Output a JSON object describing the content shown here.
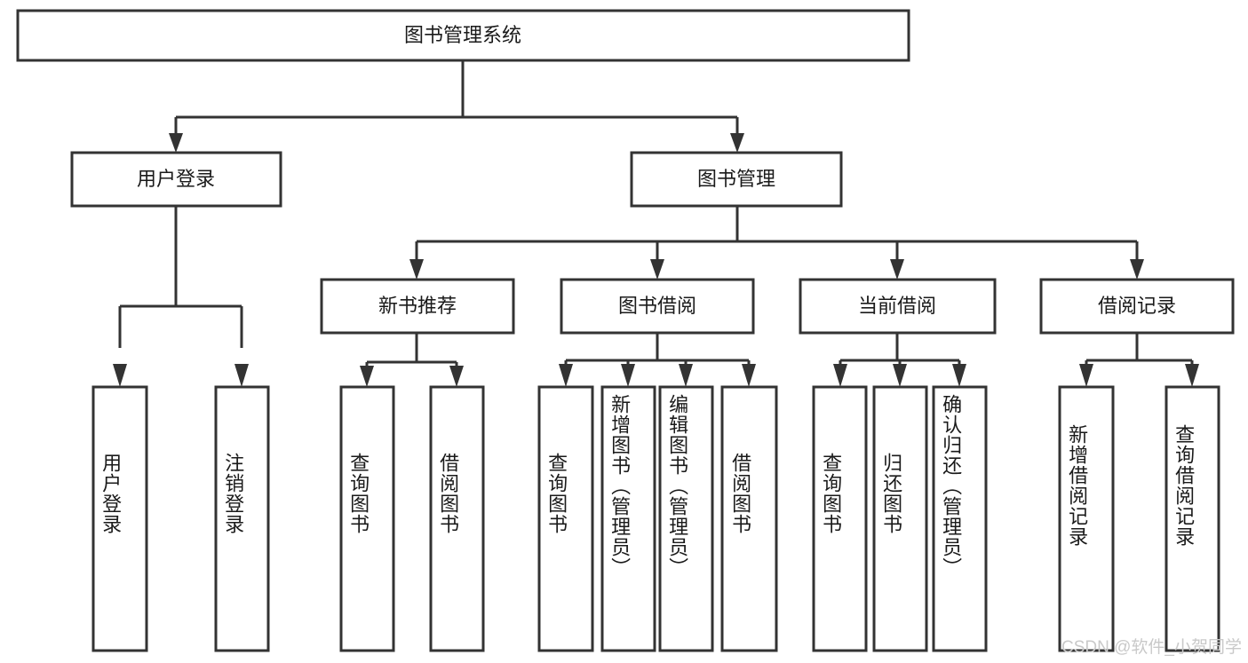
{
  "diagram": {
    "type": "tree",
    "title": "图书管理系统",
    "watermark": "CSDN @软件_小贺同学",
    "colors": {
      "box_stroke": "#333333",
      "box_fill": "#ffffff",
      "text": "#1a1a1a",
      "watermark": "#c9c9c9",
      "background": "#ffffff"
    },
    "root": {
      "label": "图书管理系统"
    },
    "level2": [
      {
        "label": "用户登录"
      },
      {
        "label": "图书管理"
      }
    ],
    "level3": [
      {
        "label": "新书推荐"
      },
      {
        "label": "图书借阅"
      },
      {
        "label": "当前借阅"
      },
      {
        "label": "借阅记录"
      }
    ],
    "leaves": {
      "user_login": [
        {
          "label": "用户登录"
        },
        {
          "label": "注销登录"
        }
      ],
      "new_book_recommend": [
        {
          "label": "查询图书"
        },
        {
          "label": "借阅图书"
        }
      ],
      "book_borrow": [
        {
          "label": "查询图书"
        },
        {
          "label": "新增图书（管理员）"
        },
        {
          "label": "编辑图书（管理员）"
        },
        {
          "label": "借阅图书"
        }
      ],
      "current_borrow": [
        {
          "label": "查询图书"
        },
        {
          "label": "归还图书"
        },
        {
          "label": "确认归还（管理员）"
        }
      ],
      "borrow_record": [
        {
          "label": "新增借阅记录"
        },
        {
          "label": "查询借阅记录"
        }
      ]
    }
  }
}
